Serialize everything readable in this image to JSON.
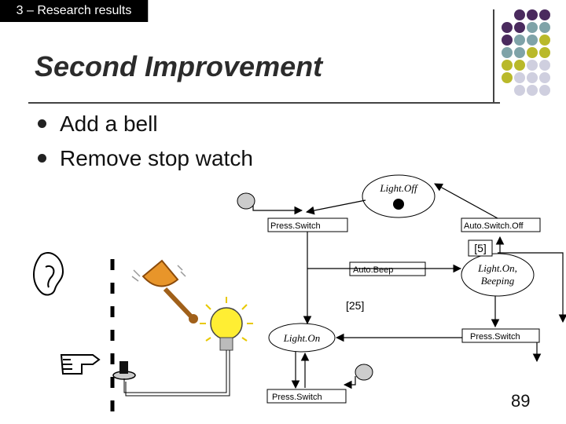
{
  "header": {
    "section_tag": "3 – Research results"
  },
  "slide": {
    "title": "Second Improvement",
    "bullets": [
      "Add a bell",
      "Remove stop watch"
    ],
    "page_number": "89"
  },
  "diagram": {
    "states": {
      "light_off": "Light.Off",
      "light_on": "Light.On",
      "light_on_beeping_1": "Light.On,",
      "light_on_beeping_2": "Beeping"
    },
    "actions": {
      "press_switch_top": "Press.Switch",
      "auto_switch_off": "Auto.Switch.Off",
      "auto_beep": "Auto.Beep",
      "press_switch_right": "Press.Switch",
      "press_switch_bottom": "Press.Switch"
    },
    "timers": {
      "t5": "[5]",
      "t25": "[25]"
    }
  },
  "colors": {
    "dot_purple": "#4a2a5e",
    "dot_teal": "#7fa3a8",
    "dot_olive": "#b9b92a",
    "dot_light": "#cfcfdf"
  }
}
